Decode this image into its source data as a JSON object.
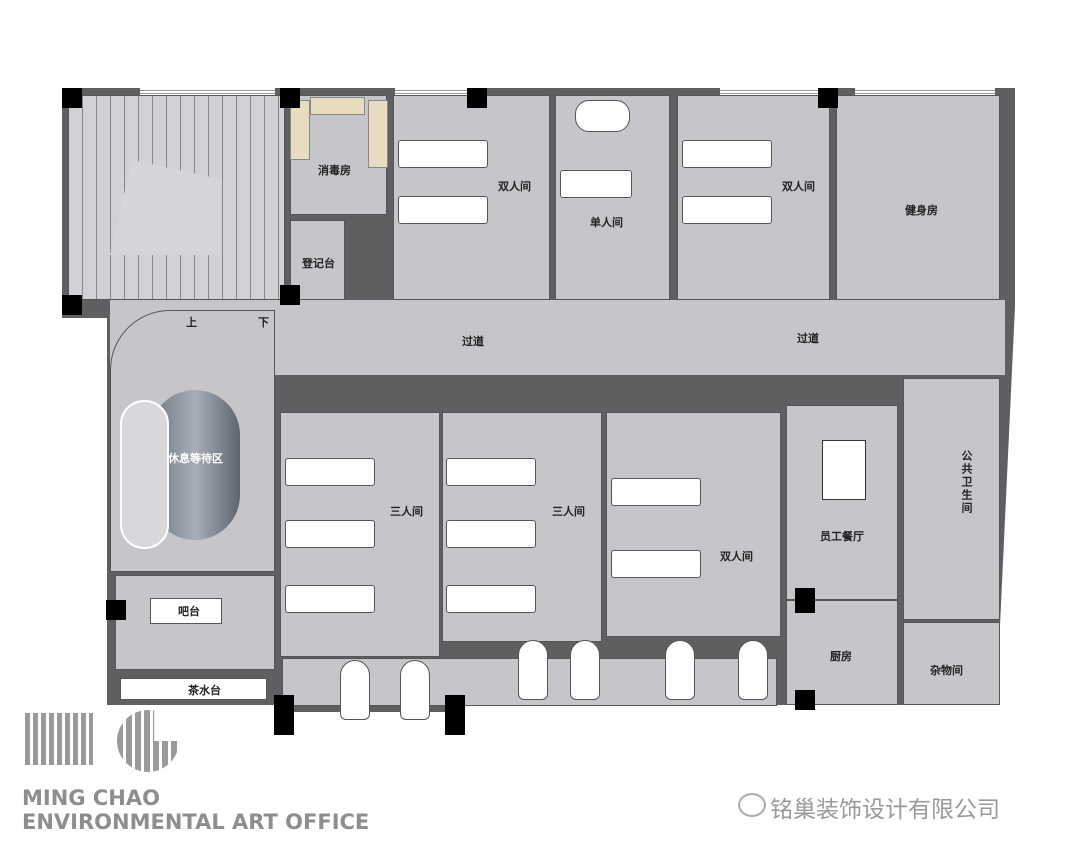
{
  "rooms": {
    "disinfection": "消毒房",
    "registration": "登记台",
    "double1": "双人间",
    "single": "单人间",
    "double2": "双人间",
    "gym": "健身房",
    "corridor1": "过道",
    "corridor2": "过道",
    "lounge": "休息等待区",
    "bar": "吧台",
    "tea": "茶水台",
    "triple1": "三人间",
    "triple2": "三人间",
    "double3": "双人间",
    "staff_dining": "员工餐厅",
    "kitchen": "厨房",
    "public_toilet": "公共卫生间",
    "storage": "杂物间",
    "stair_up": "上",
    "stair_down": "下"
  },
  "branding": {
    "logo_letters": "MC",
    "line1": "MING CHAO",
    "line2": "ENVIRONMENTAL ART OFFICE",
    "wechat": "铭巢装饰设计有限公司"
  },
  "colors": {
    "floor": "#c6c6ca",
    "wall": "#5f5f62",
    "cabinet": "#e8dcc0",
    "logo": "#9a9a9c"
  }
}
